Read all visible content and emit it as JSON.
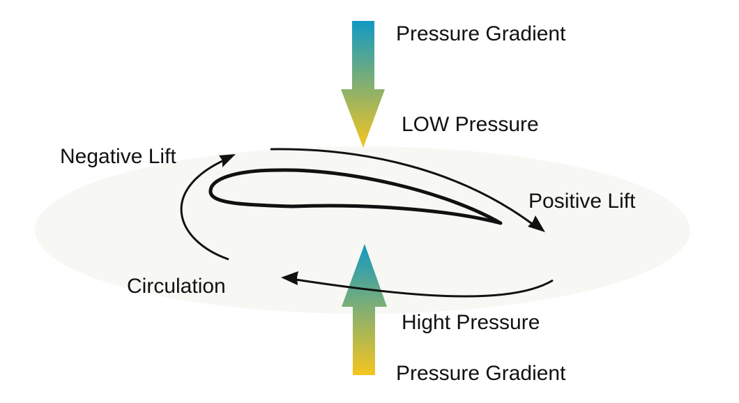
{
  "labels": {
    "pressure_gradient_top": "Pressure Gradient",
    "low_pressure": "LOW Pressure",
    "negative_lift": "Negative Lift",
    "positive_lift": "Positive Lift",
    "circulation": "Circulation",
    "high_pressure": "Hight Pressure",
    "pressure_gradient_bottom": "Pressure Gradient"
  },
  "colors": {
    "gradient_blue": "#1199c4",
    "gradient_yellow": "#f5c51f",
    "stroke": "#111111"
  }
}
